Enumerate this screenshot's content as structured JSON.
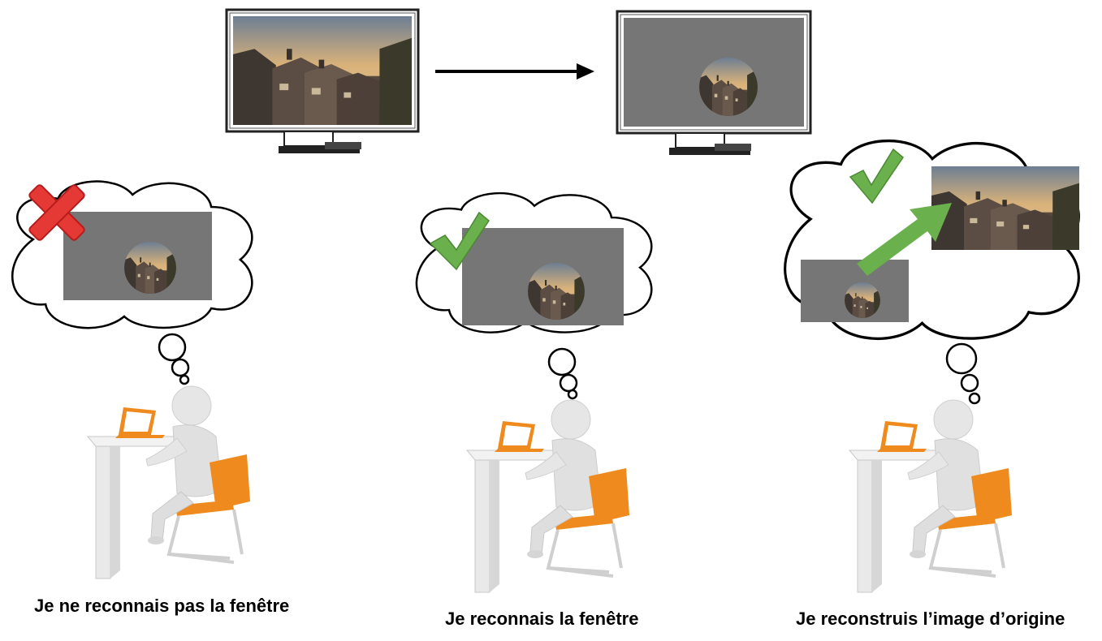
{
  "captions": {
    "unrecognized": "Je ne reconnais pas la fenêtre",
    "recognized": "Je reconnais la fenêtre",
    "reconstructed": "Je reconstruis l’image d’origine"
  },
  "colors": {
    "masked_frame": "#767676",
    "check": "#6ab04c",
    "cross": "#e53935",
    "arrow_green": "#6ab04c",
    "chair": "#ef8a1e",
    "figure": "#e6e6e6"
  },
  "icons": {
    "cross": "cross-icon",
    "check": "check-icon",
    "arrow": "arrow-right-icon"
  }
}
